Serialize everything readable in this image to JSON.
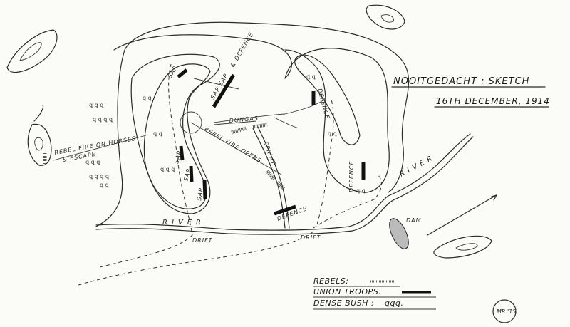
{
  "title": "NOOITGEDACHT : SKETCH",
  "date": "16TH DECEMBER, 1914",
  "labels": {
    "rebel_fire_horses": "REBEL FIRE ON HORSES",
    "escape": "& ESCAPE",
    "sap_top": "SAP",
    "sap_sap": "SAP SAP",
    "and_defence": "& DEFENCE",
    "sap_left1": "SAP",
    "sap_left2": "SAP",
    "sap_left3": "SAP",
    "dongas": "DONGAS",
    "rebel_fire_opens": "REBEL FIRE OPENS",
    "spruit": "SPRUIT",
    "defence_bottom": "DEFENCE",
    "defence_right_top": "DEFENCE",
    "defence_right_bottom": "DEFENCE",
    "river_left": "RIVER",
    "river_right": "RIVER",
    "drift_left": "DRIFT",
    "drift_right": "DRIFT",
    "dam": "DAM"
  },
  "legend": {
    "rebels": "REBELS:",
    "union": "UNION TROOPS:",
    "bush": "DENSE BUSH :",
    "bush_symbol": "ꝗꝗꝗ."
  },
  "signature": "MR '15",
  "colors": {
    "ink": "#2a2a2a",
    "paper": "#fbfbf8"
  }
}
